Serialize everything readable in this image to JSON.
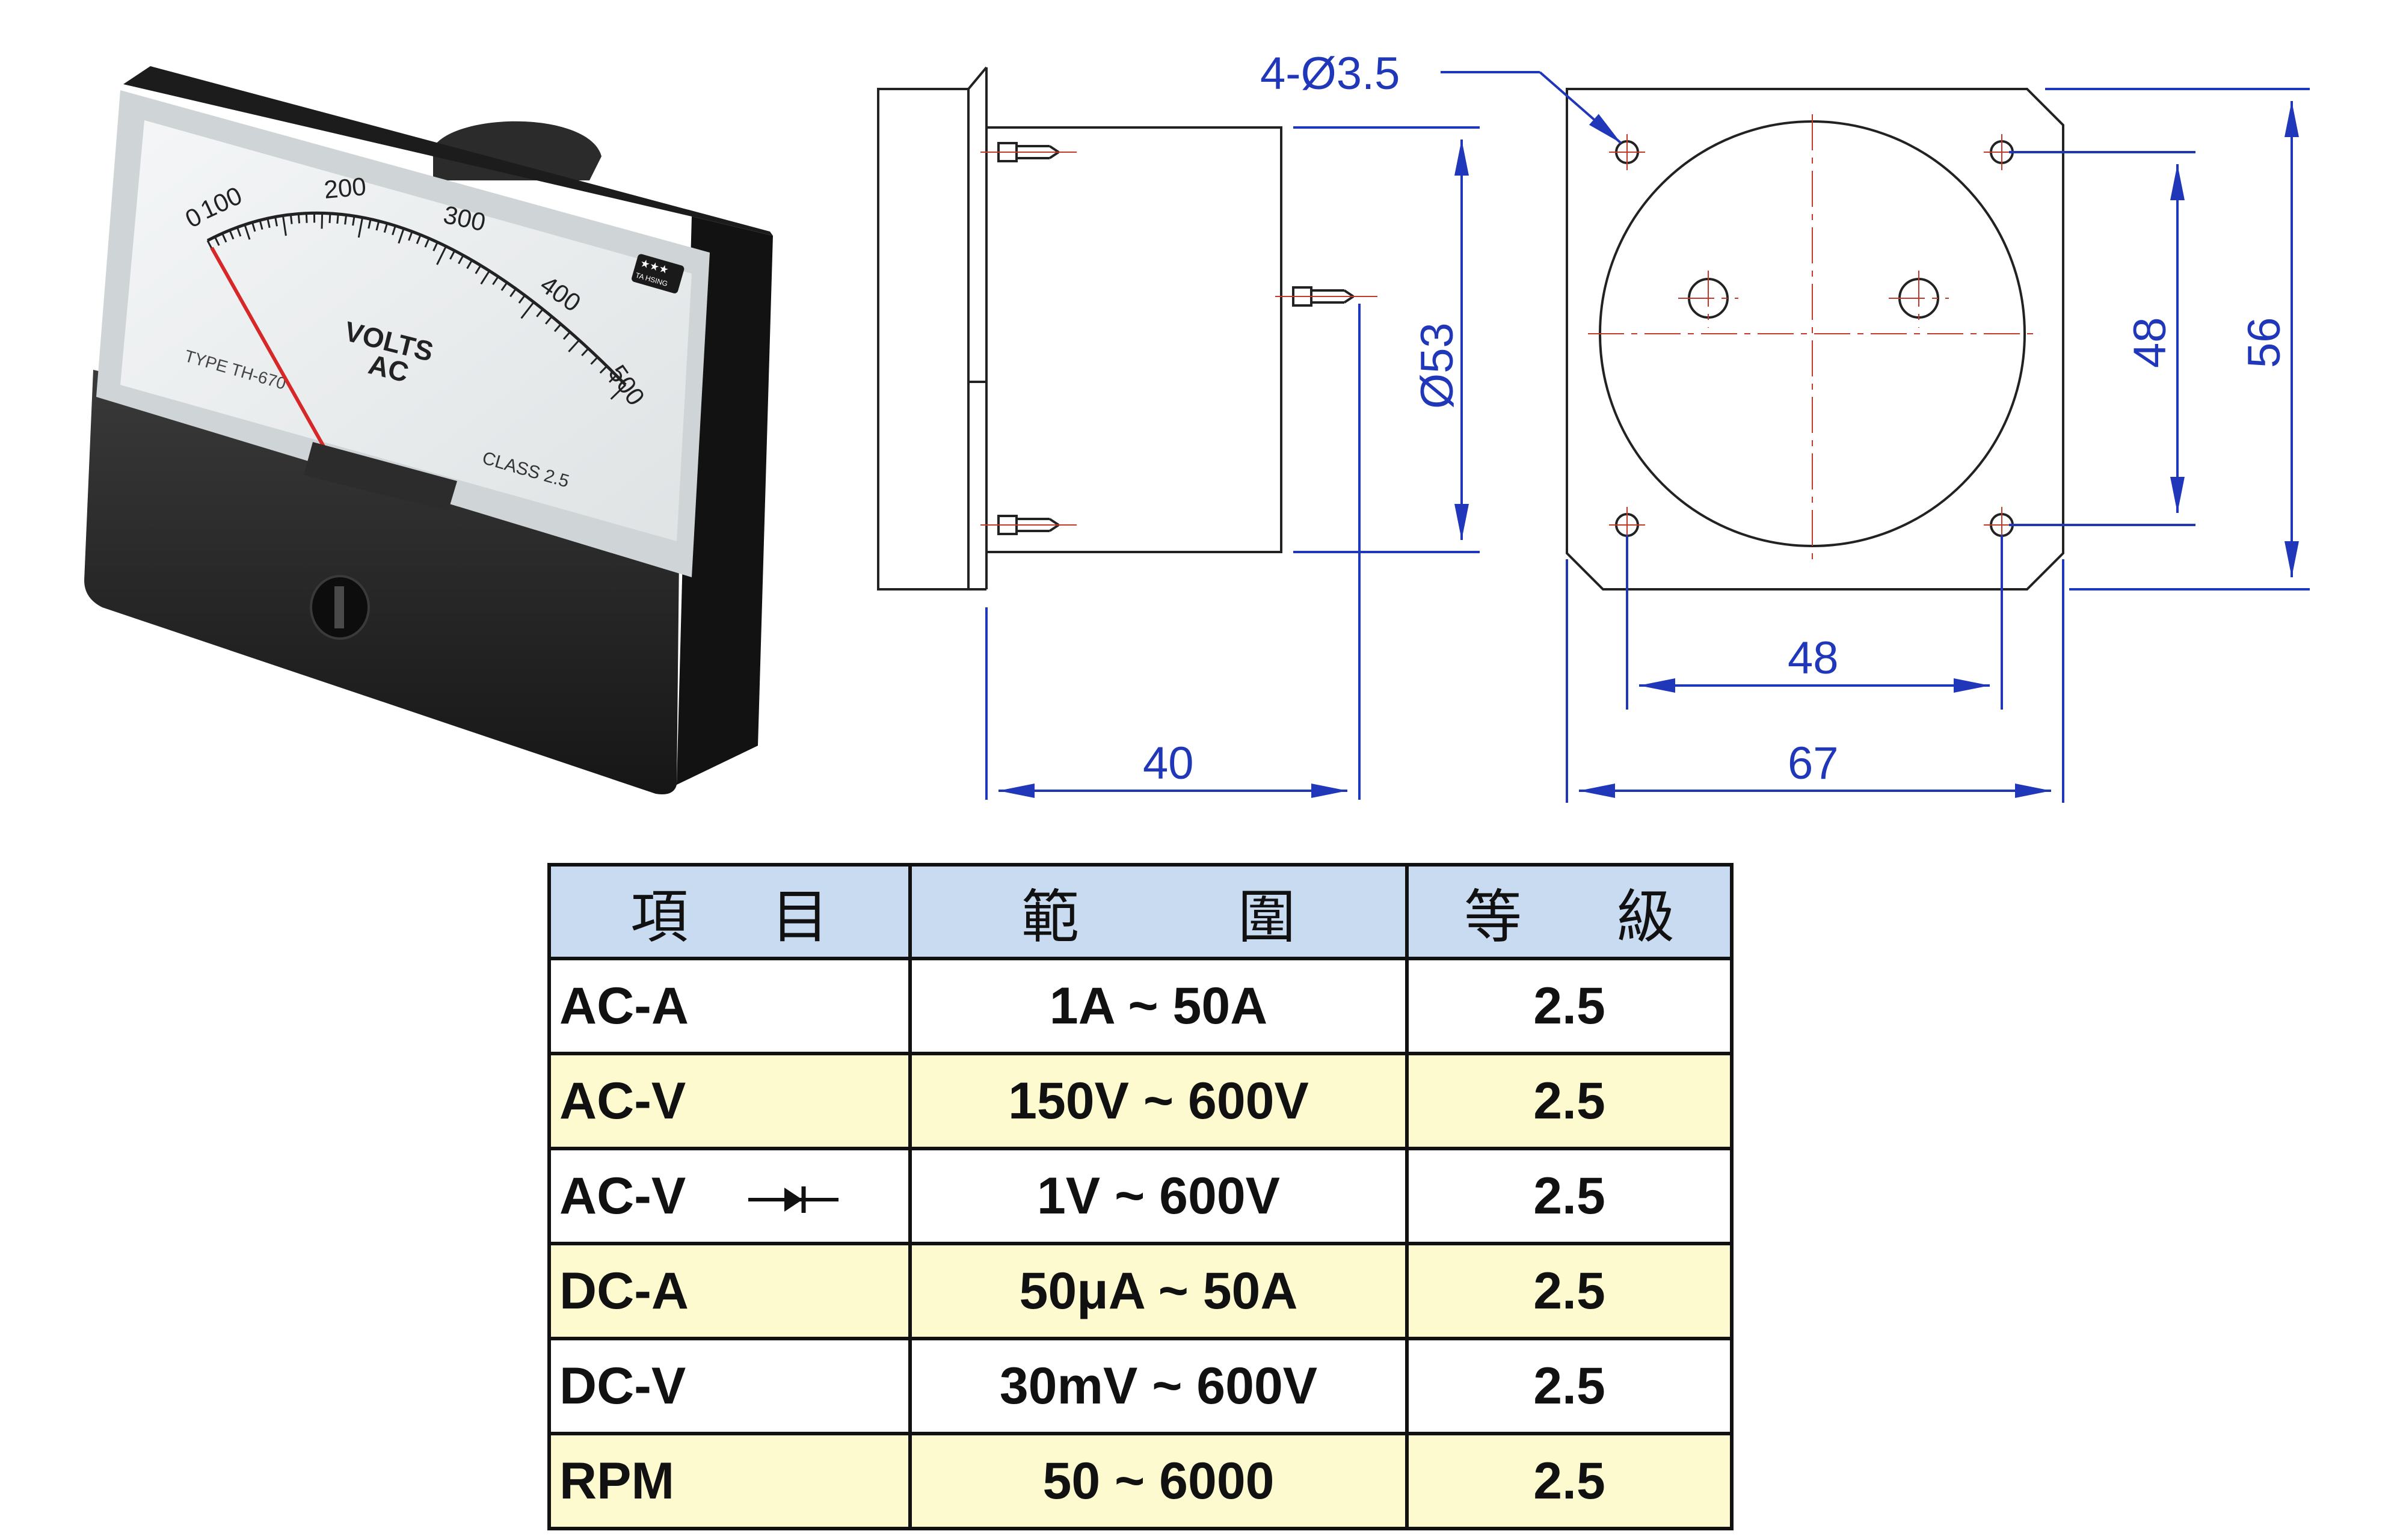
{
  "meter_photo": {
    "scale_labels": [
      "0",
      "100",
      "200",
      "300",
      "400",
      "500"
    ],
    "dial_title": "VOLTS",
    "dial_subtitle": "AC",
    "type_label": "TYPE TH-670",
    "class_label": "CLASS 2.5",
    "brand_badge": "TA HSING"
  },
  "drawing": {
    "hole_callout": "4-Ø3.5",
    "depth": "40",
    "body_diameter": "Ø53",
    "hole_spacing_vertical": "48",
    "height": "56",
    "hole_spacing_horizontal": "48",
    "width": "67",
    "line_color": "#1f37b8",
    "centerline_color": "#c0392b"
  },
  "table": {
    "headers": {
      "item": [
        "項",
        "目"
      ],
      "range": [
        "範",
        "圍"
      ],
      "class": [
        "等",
        "級"
      ]
    },
    "rows": [
      {
        "item": "AC-A",
        "range": "1A ~ 50A",
        "class": "2.5"
      },
      {
        "item": "AC-V",
        "range": "150V ~ 600V",
        "class": "2.5"
      },
      {
        "item": "AC-V",
        "range": "1V ~ 600V",
        "class": "2.5",
        "icon": "diode-icon"
      },
      {
        "item": "DC-A",
        "range": "50μA ~ 50A",
        "class": "2.5"
      },
      {
        "item": "DC-V",
        "range": "30mV ~ 600V",
        "class": "2.5"
      },
      {
        "item": "RPM",
        "range": "50 ~ 6000",
        "class": "2.5"
      }
    ],
    "header_bg": "#c9dbf0",
    "alt_row_bg": "#fdfad0"
  }
}
